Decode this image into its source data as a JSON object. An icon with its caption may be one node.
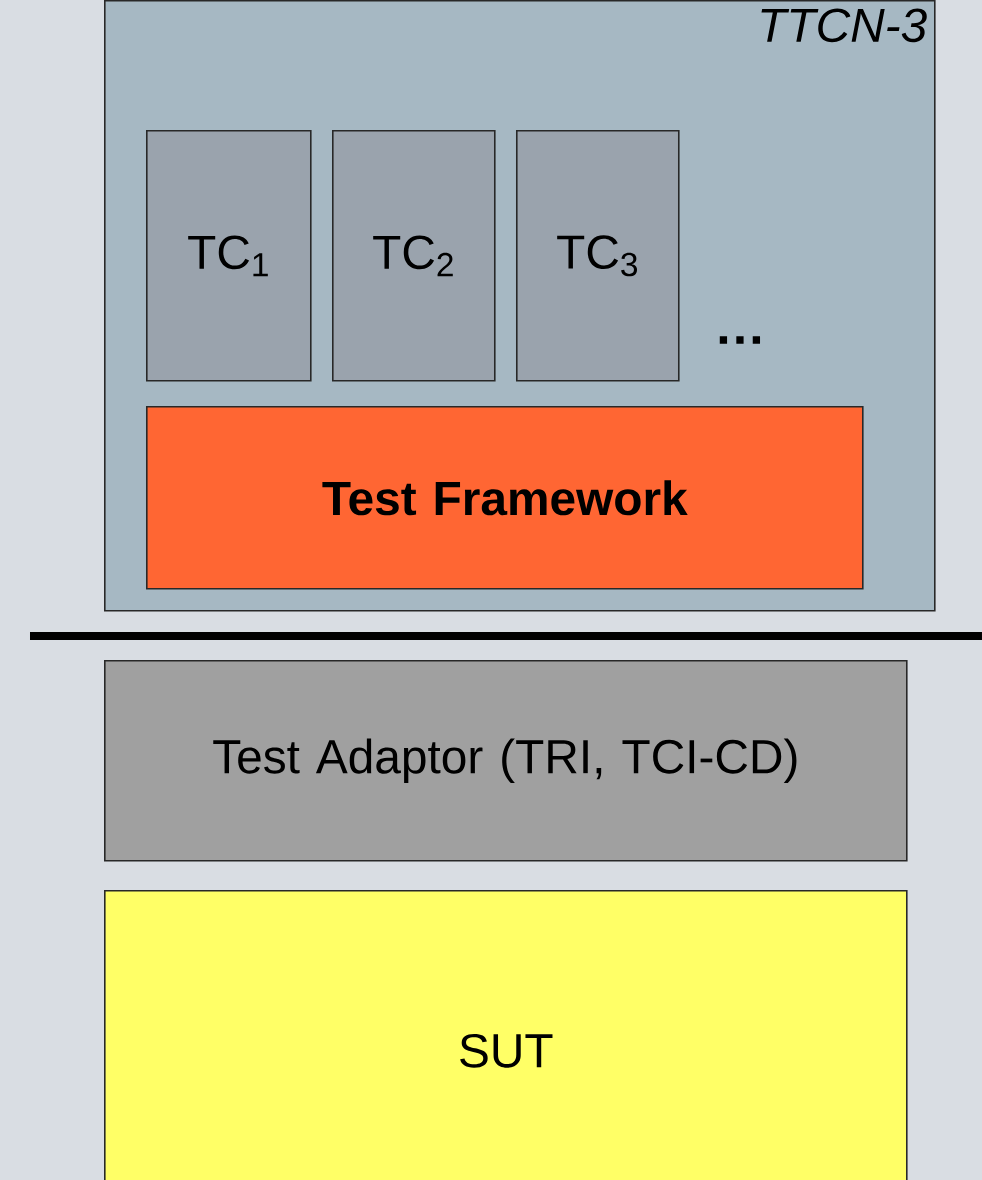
{
  "diagram": {
    "nodes": [
      {
        "text": [
          "TTCN-3"
        ]
      },
      {
        "text": [
          "TC$_{1}$"
        ],
        "in": 0
      },
      {
        "text": [
          "TC$_{2}$"
        ],
        "in": 0
      },
      {
        "text": [
          "TC$_{3}$"
        ],
        "in": 0
      },
      {
        "text": [
          "Test Framework"
        ],
        "in": 0
      },
      {
        "text": [
          "Test Adaptor (TRI, TCI-CD)"
        ]
      },
      {
        "text": [
          "SUT"
        ]
      }
    ],
    "labels": [
      "…"
    ]
  }
}
